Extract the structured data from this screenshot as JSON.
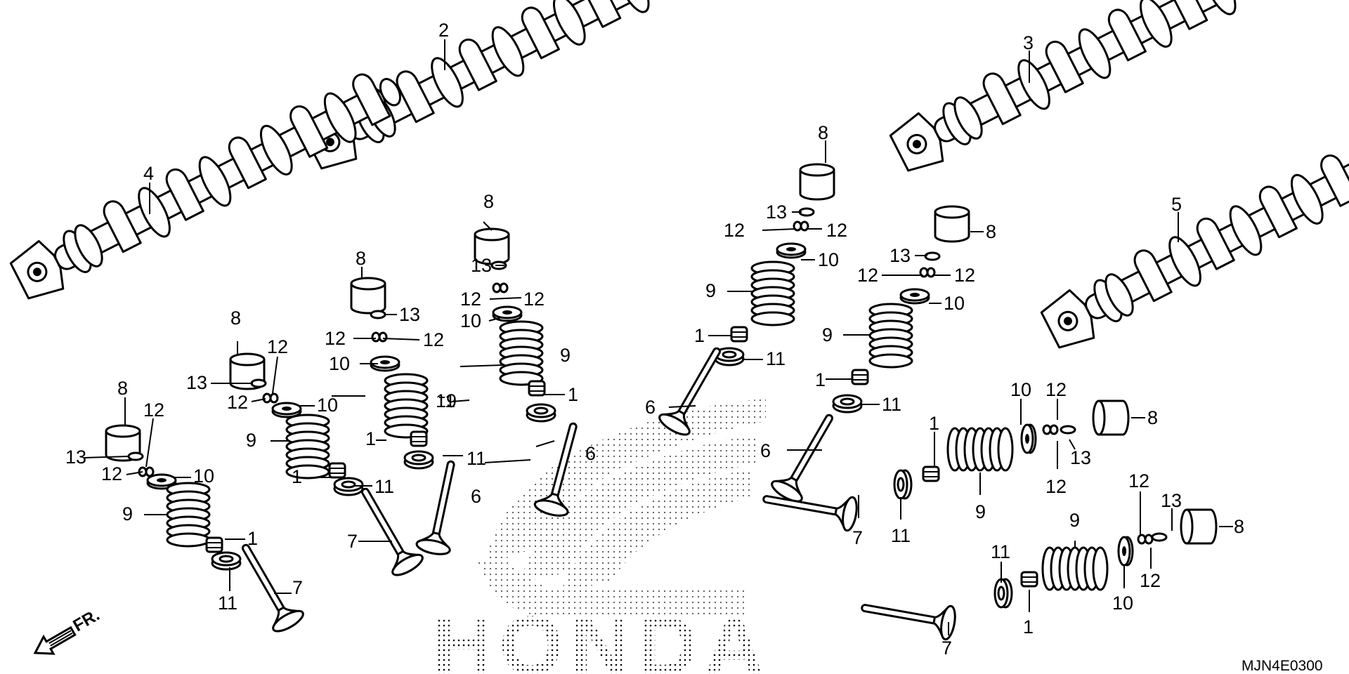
{
  "diagram": {
    "code": "MJN4E0300",
    "direction_label": "FR.",
    "brand_watermark": "HONDA"
  },
  "callouts": {
    "c1": "1",
    "c2": "2",
    "c3": "3",
    "c4": "4",
    "c5": "5",
    "c6": "6",
    "c7": "7",
    "c8": "8",
    "c9": "9",
    "c10": "10",
    "c11": "11",
    "c12": "12",
    "c13": "13"
  },
  "icons": [
    "front-direction-arrow-icon",
    "honda-wing-logo-icon"
  ]
}
